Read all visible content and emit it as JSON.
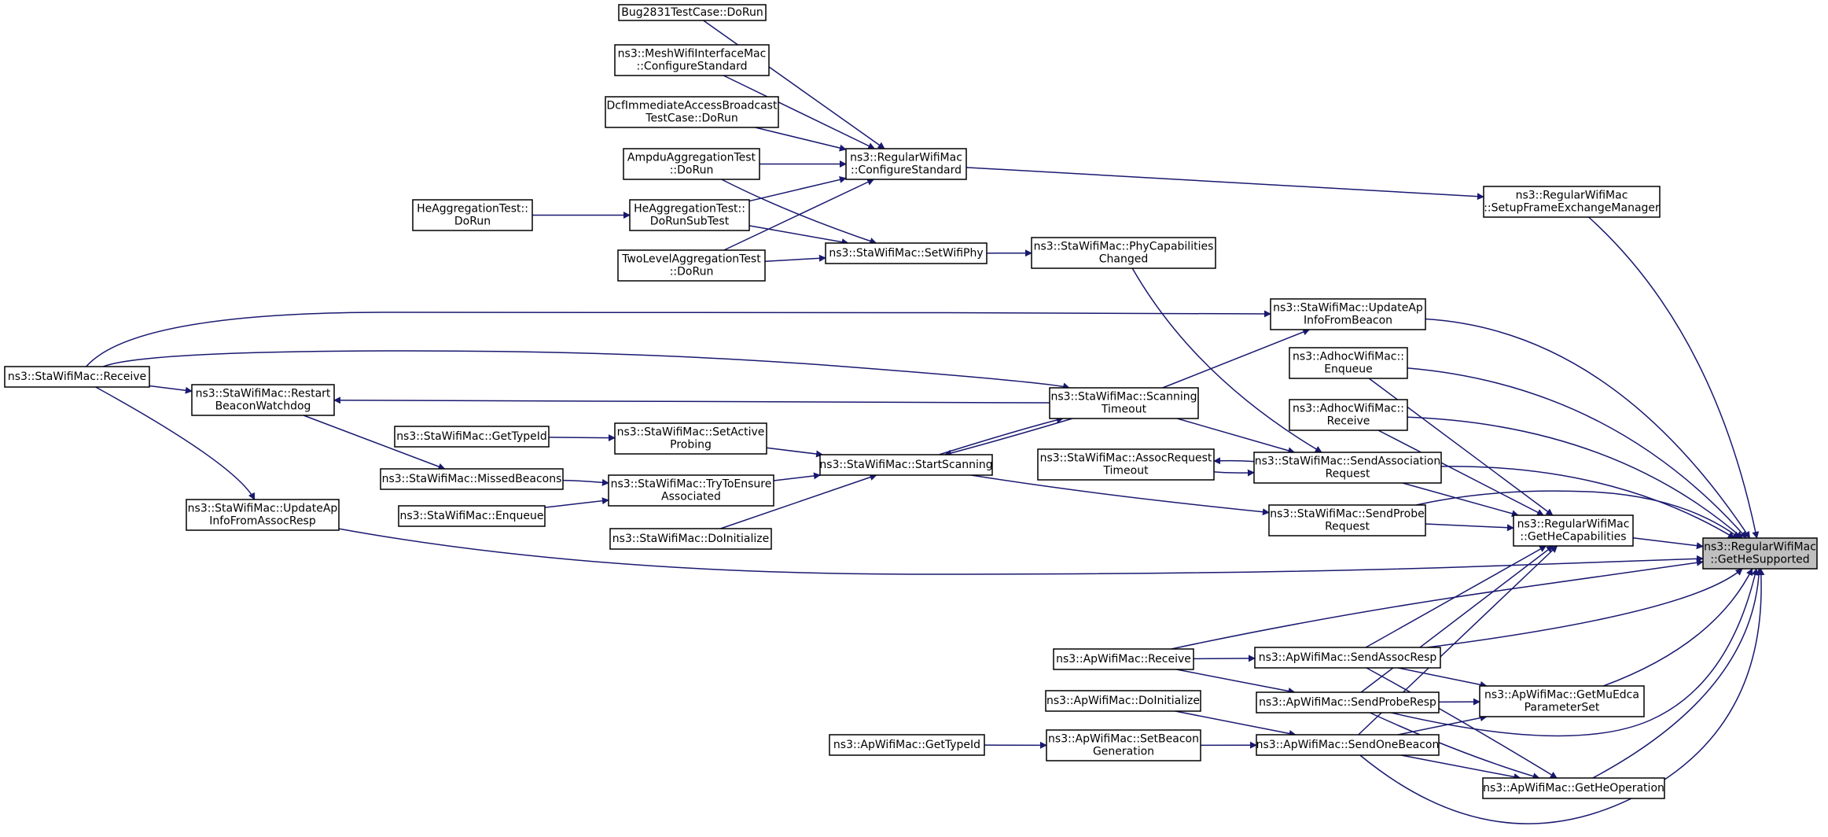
{
  "nodes": {
    "bug2831": {
      "lines": [
        "Bug2831TestCase::DoRun"
      ]
    },
    "meshCfg": {
      "lines": [
        "ns3::MeshWifiInterfaceMac",
        "::ConfigureStandard"
      ]
    },
    "dcfTest": {
      "lines": [
        "DcfImmediateAccessBroadcast",
        "TestCase::DoRun"
      ]
    },
    "ampdu": {
      "lines": [
        "AmpduAggregationTest",
        "::DoRun"
      ]
    },
    "heAggDoRun": {
      "lines": [
        "HeAggregationTest::",
        "DoRun"
      ]
    },
    "heAggSub": {
      "lines": [
        "HeAggregationTest::",
        "DoRunSubTest"
      ]
    },
    "twoLevel": {
      "lines": [
        "TwoLevelAggregationTest",
        "::DoRun"
      ]
    },
    "regCfg": {
      "lines": [
        "ns3::RegularWifiMac",
        "::ConfigureStandard"
      ]
    },
    "setWifiPhy": {
      "lines": [
        "ns3::StaWifiMac::SetWifiPhy"
      ]
    },
    "phyCap": {
      "lines": [
        "ns3::StaWifiMac::PhyCapabilities",
        "Changed"
      ]
    },
    "setupFem": {
      "lines": [
        "ns3::RegularWifiMac",
        "::SetupFrameExchangeManager"
      ]
    },
    "updApBeacon": {
      "lines": [
        "ns3::StaWifiMac::UpdateAp",
        "InfoFromBeacon"
      ]
    },
    "staReceive": {
      "lines": [
        "ns3::StaWifiMac::Receive"
      ]
    },
    "restartBw": {
      "lines": [
        "ns3::StaWifiMac::Restart",
        "BeaconWatchdog"
      ]
    },
    "scanTimeout": {
      "lines": [
        "ns3::StaWifiMac::Scanning",
        "Timeout"
      ]
    },
    "adhocEnq": {
      "lines": [
        "ns3::AdhocWifiMac::",
        "Enqueue"
      ]
    },
    "adhocRecv": {
      "lines": [
        "ns3::AdhocWifiMac::",
        "Receive"
      ]
    },
    "staGetTypeId": {
      "lines": [
        "ns3::StaWifiMac::GetTypeId"
      ]
    },
    "setActiveProbing": {
      "lines": [
        "ns3::StaWifiMac::SetActive",
        "Probing"
      ]
    },
    "startScanning": {
      "lines": [
        "ns3::StaWifiMac::StartScanning"
      ]
    },
    "assocReqTimeout": {
      "lines": [
        "ns3::StaWifiMac::AssocRequest",
        "Timeout"
      ]
    },
    "sendAssocReq": {
      "lines": [
        "ns3::StaWifiMac::SendAssociation",
        "Request"
      ]
    },
    "missedBeacons": {
      "lines": [
        "ns3::StaWifiMac::MissedBeacons"
      ]
    },
    "tryEnsure": {
      "lines": [
        "ns3::StaWifiMac::TryToEnsure",
        "Associated"
      ]
    },
    "staEnqueue": {
      "lines": [
        "ns3::StaWifiMac::Enqueue"
      ]
    },
    "updApAssocResp": {
      "lines": [
        "ns3::StaWifiMac::UpdateAp",
        "InfoFromAssocResp"
      ]
    },
    "sendProbeReq": {
      "lines": [
        "ns3::StaWifiMac::SendProbe",
        "Request"
      ]
    },
    "staDoInit": {
      "lines": [
        "ns3::StaWifiMac::DoInitialize"
      ]
    },
    "getHeCap": {
      "lines": [
        "ns3::RegularWifiMac",
        "::GetHeCapabilities"
      ]
    },
    "getHeSupported": {
      "lines": [
        "ns3::RegularWifiMac",
        "::GetHeSupported"
      ]
    },
    "apReceive": {
      "lines": [
        "ns3::ApWifiMac::Receive"
      ]
    },
    "sendAssocResp": {
      "lines": [
        "ns3::ApWifiMac::SendAssocResp"
      ]
    },
    "apDoInit": {
      "lines": [
        "ns3::ApWifiMac::DoInitialize"
      ]
    },
    "sendProbeResp": {
      "lines": [
        "ns3::ApWifiMac::SendProbeResp"
      ]
    },
    "getMuEdca": {
      "lines": [
        "ns3::ApWifiMac::GetMuEdca",
        "ParameterSet"
      ]
    },
    "apGetTypeId": {
      "lines": [
        "ns3::ApWifiMac::GetTypeId"
      ]
    },
    "setBeaconGen": {
      "lines": [
        "ns3::ApWifiMac::SetBeacon",
        "Generation"
      ]
    },
    "sendOneBeacon": {
      "lines": [
        "ns3::ApWifiMac::SendOneBeacon"
      ]
    },
    "getHeOp": {
      "lines": [
        "ns3::ApWifiMac::GetHeOperation"
      ]
    }
  },
  "edges": [
    [
      "bug2831",
      "regCfg"
    ],
    [
      "meshCfg",
      "regCfg"
    ],
    [
      "dcfTest",
      "regCfg"
    ],
    [
      "ampdu",
      "regCfg"
    ],
    [
      "ampdu",
      "setWifiPhy"
    ],
    [
      "heAggDoRun",
      "heAggSub"
    ],
    [
      "heAggSub",
      "regCfg"
    ],
    [
      "heAggSub",
      "setWifiPhy"
    ],
    [
      "twoLevel",
      "regCfg"
    ],
    [
      "twoLevel",
      "setWifiPhy"
    ],
    [
      "regCfg",
      "setupFem"
    ],
    [
      "setWifiPhy",
      "phyCap"
    ],
    [
      "phyCap",
      "sendAssocReq"
    ],
    [
      "setupFem",
      "getHeSupported"
    ],
    [
      "staReceive",
      "updApBeacon"
    ],
    [
      "staReceive",
      "restartBw"
    ],
    [
      "staReceive",
      "scanTimeout"
    ],
    [
      "staReceive",
      "updApAssocResp"
    ],
    [
      "restartBw",
      "missedBeacons"
    ],
    [
      "scanTimeout",
      "restartBw"
    ],
    [
      "scanTimeout",
      "updApBeacon"
    ],
    [
      "scanTimeout",
      "sendAssocReq"
    ],
    [
      "scanTimeout",
      "startScanning"
    ],
    [
      "startScanning",
      "scanTimeout"
    ],
    [
      "startScanning",
      "sendProbeReq"
    ],
    [
      "staGetTypeId",
      "setActiveProbing"
    ],
    [
      "setActiveProbing",
      "startScanning"
    ],
    [
      "missedBeacons",
      "tryEnsure"
    ],
    [
      "tryEnsure",
      "startScanning"
    ],
    [
      "staEnqueue",
      "tryEnsure"
    ],
    [
      "staDoInit",
      "startScanning"
    ],
    [
      "sendAssocReq",
      "assocReqTimeout"
    ],
    [
      "assocReqTimeout",
      "sendAssocReq"
    ],
    [
      "updApBeacon",
      "getHeSupported"
    ],
    [
      "adhocEnq",
      "getHeSupported"
    ],
    [
      "adhocEnq",
      "getHeCap"
    ],
    [
      "adhocRecv",
      "getHeSupported"
    ],
    [
      "adhocRecv",
      "getHeCap"
    ],
    [
      "sendAssocReq",
      "getHeSupported"
    ],
    [
      "sendAssocReq",
      "getHeCap"
    ],
    [
      "sendProbeReq",
      "getHeSupported"
    ],
    [
      "sendProbeReq",
      "getHeCap"
    ],
    [
      "updApAssocResp",
      "getHeSupported"
    ],
    [
      "getHeCap",
      "getHeSupported"
    ],
    [
      "apReceive",
      "getHeSupported"
    ],
    [
      "apReceive",
      "sendAssocResp"
    ],
    [
      "apReceive",
      "sendProbeResp"
    ],
    [
      "sendAssocResp",
      "getHeSupported"
    ],
    [
      "sendAssocResp",
      "getHeCap"
    ],
    [
      "sendAssocResp",
      "getMuEdca"
    ],
    [
      "sendAssocResp",
      "getHeOp"
    ],
    [
      "sendProbeResp",
      "getHeCap"
    ],
    [
      "sendProbeResp",
      "getMuEdca"
    ],
    [
      "sendProbeResp",
      "getHeOp"
    ],
    [
      "sendProbeResp",
      "getHeSupported"
    ],
    [
      "apDoInit",
      "sendOneBeacon"
    ],
    [
      "apGetTypeId",
      "setBeaconGen"
    ],
    [
      "setBeaconGen",
      "sendOneBeacon"
    ],
    [
      "sendOneBeacon",
      "getHeCap"
    ],
    [
      "sendOneBeacon",
      "getMuEdca"
    ],
    [
      "sendOneBeacon",
      "getHeOp"
    ],
    [
      "sendOneBeacon",
      "getHeSupported"
    ],
    [
      "getMuEdca",
      "getHeSupported"
    ],
    [
      "getHeOp",
      "getHeSupported"
    ]
  ],
  "colors": {
    "edge": "#191970",
    "node_border": "#000000",
    "node_fill": "#ffffff",
    "focus_fill": "#bfbfbf"
  },
  "focus_node": "getHeSupported"
}
